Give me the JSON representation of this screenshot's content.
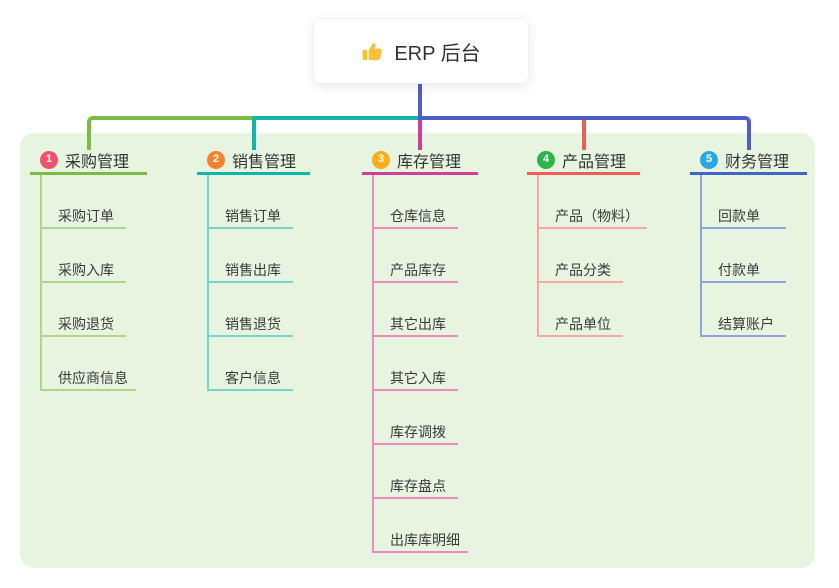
{
  "root_node": {
    "icon": "thumbs-up-icon",
    "title": "ERP 后台"
  },
  "branches": [
    {
      "number": "1",
      "title": "采购管理",
      "badge_color": "#f1536d",
      "line_color": "#7cba41",
      "light_line_color": "#acd789",
      "children": [
        "采购订单",
        "采购入库",
        "采购退货",
        "供应商信息"
      ]
    },
    {
      "number": "2",
      "title": "销售管理",
      "badge_color": "#f5832d",
      "line_color": "#12b5ad",
      "light_line_color": "#7ad2cb",
      "children": [
        "销售订单",
        "销售出库",
        "销售退货",
        "客户信息"
      ]
    },
    {
      "number": "3",
      "title": "库存管理",
      "badge_color": "#fbae17",
      "line_color": "#d03f96",
      "light_line_color": "#ef8ac1",
      "children": [
        "仓库信息",
        "产品库存",
        "其它出库",
        "其它入库",
        "库存调拨",
        "库存盘点",
        "出库库明细"
      ]
    },
    {
      "number": "4",
      "title": "产品管理",
      "badge_color": "#2eb44b",
      "line_color": "#f25c57",
      "light_line_color": "#f8a7a2",
      "children": [
        "产品（物料）",
        "产品分类",
        "产品单位"
      ]
    },
    {
      "number": "5",
      "title": "财务管理",
      "badge_color": "#2aa9e1",
      "line_color": "#4263c7",
      "light_line_color": "#8fa4db",
      "children": [
        "回款单",
        "付款单",
        "结算账户"
      ]
    }
  ],
  "colors": {
    "canvas_background": "#ffffff",
    "panel_background": "#e7f5e0",
    "root_connector": "#4c5fc6"
  }
}
